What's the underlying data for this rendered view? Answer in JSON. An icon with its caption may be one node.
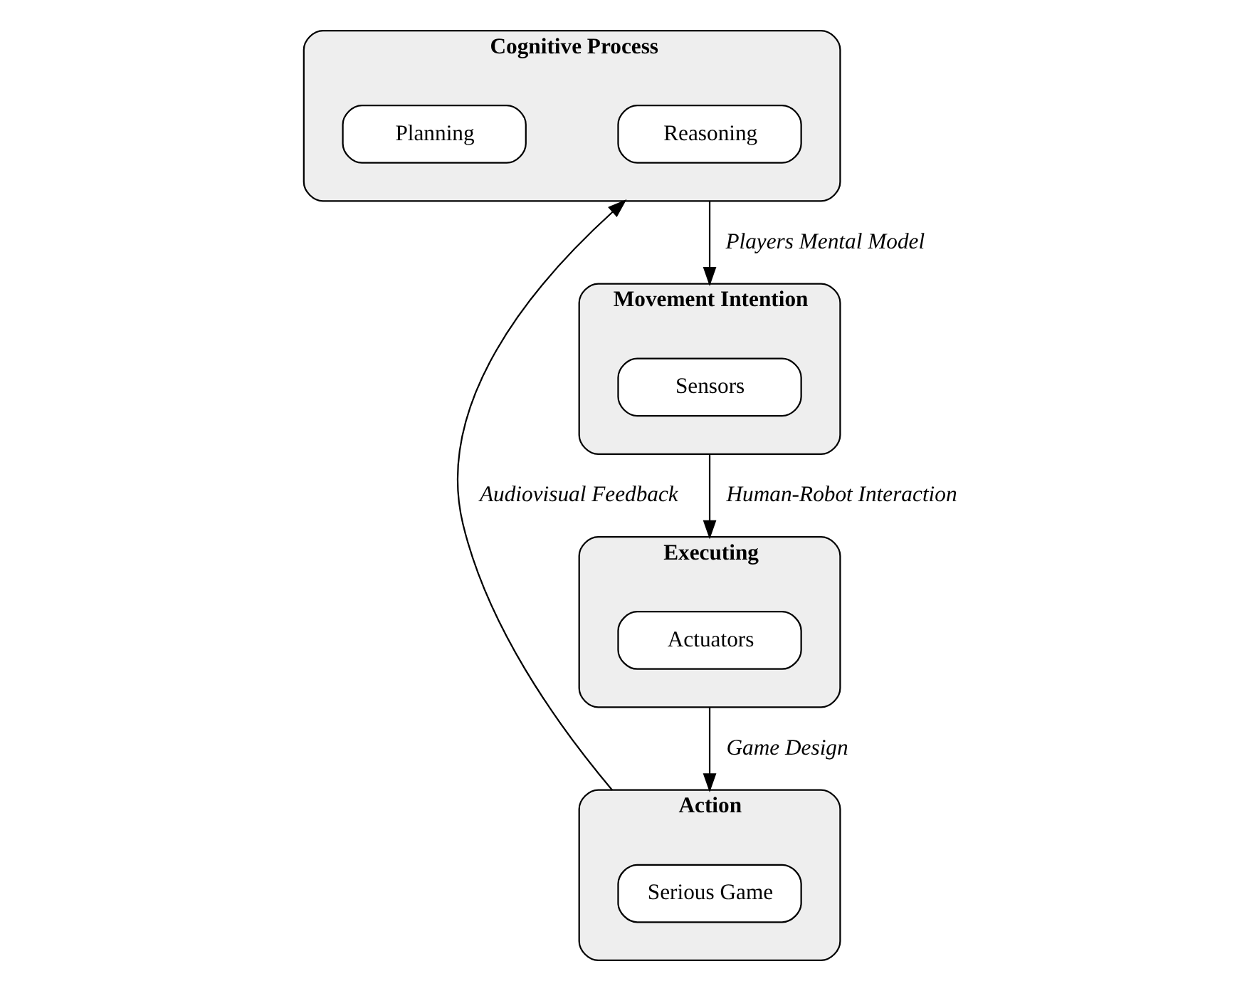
{
  "diagram": {
    "nodes": [
      {
        "text": [
          "Movement Intention"
        ]
      },
      {
        "text": [
          "Sensors"
        ],
        "in": 0
      },
      {
        "text": [
          "Executing"
        ]
      },
      {
        "text": [
          "Actuators"
        ],
        "in": 2
      },
      {
        "text": [
          "Action"
        ]
      },
      {
        "text": [
          "Serious Game"
        ],
        "in": 4
      },
      {
        "text": [
          "Cognitive Process"
        ]
      },
      {
        "text": [
          "Reasoning"
        ],
        "in": 6
      },
      {
        "text": [
          "Planning"
        ],
        "in": 6
      }
    ],
    "edges": [
      {
        "from": 6,
        "to": 0,
        "arrow": "to",
        "label": "Players Mental Model"
      },
      {
        "from": 0,
        "to": 2,
        "arrow": "to",
        "label": "Human-Robot Interaction"
      },
      {
        "from": 2,
        "to": 4,
        "arrow": "to",
        "label": "Game Design"
      },
      {
        "from": 4,
        "to": 6,
        "arrow": "to",
        "label": "Audiovisual Feedback"
      }
    ]
  }
}
